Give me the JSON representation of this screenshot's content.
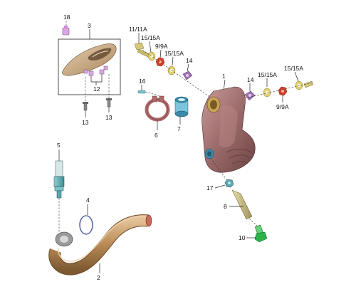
{
  "callouts": {
    "c1": "1",
    "c2": "2",
    "c3": "3",
    "c4": "4",
    "c5": "5",
    "c6": "6",
    "c7": "7",
    "c8": "8",
    "c10": "10",
    "c11a": "11/11A",
    "c12": "12",
    "c13a": "13",
    "c13b": "13",
    "c14a": "14",
    "c14b": "14",
    "c15a": "15/15A",
    "c15b": "15/15A",
    "c15c": "15/15A",
    "c15d": "15/15A",
    "c16": "16",
    "c17": "17",
    "c18": "18",
    "c9a": "9/9A",
    "c9b": "9/9A"
  },
  "colors": {
    "muffler": "#9a6a6a",
    "pipe": "#b98a55",
    "cover": "#c9a882",
    "clamp": "#b06a6a",
    "gasket_blue": "#3a8aa8",
    "spark_arrestor": "#5aa9b0",
    "bolt_green": "#2bb34a",
    "nut_red": "#d0402a",
    "washer_yellow": "#e0d070",
    "grommet_purple": "#a070b0"
  }
}
